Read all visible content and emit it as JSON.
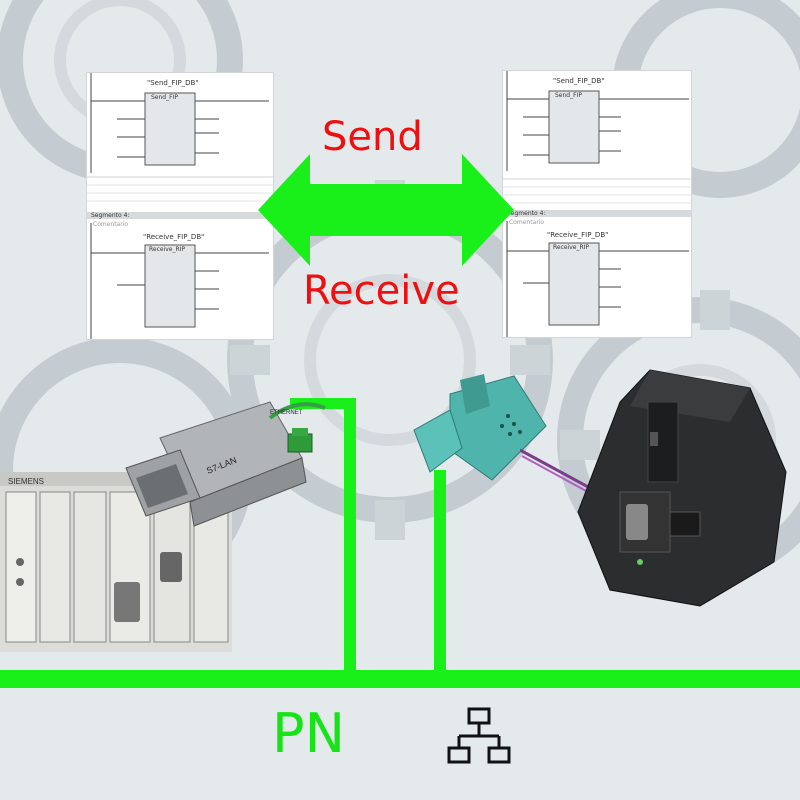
{
  "labels": {
    "send": "Send",
    "receive": "Receive",
    "network": "PN"
  },
  "ladder_left": {
    "top_block_name": "Send_FIP",
    "top_block_title": "\"Send_FIP_DB\"",
    "bottom_block_name": "Receive_RIP",
    "bottom_block_title": "\"Receive_FIP_DB\"",
    "segment": "Segmento 4:",
    "comment": "Comentario"
  },
  "ladder_right": {
    "top_block_name": "Send_FIP",
    "top_block_title": "\"Send_FIP_DB\"",
    "bottom_block_name": "Receive_RIP",
    "bottom_block_title": "\"Receive_FIP_DB\"",
    "segment": "Segmento 4:",
    "comment": "Comentario"
  },
  "device_labels": {
    "adapter_left": "S7-LAN",
    "cable": "ETHERNET",
    "plc_left_brand": "SIEMENS"
  },
  "colors": {
    "accent_green": "#19ef19",
    "label_red": "#ee1010"
  },
  "icons": {
    "network": "network-topology-icon"
  }
}
